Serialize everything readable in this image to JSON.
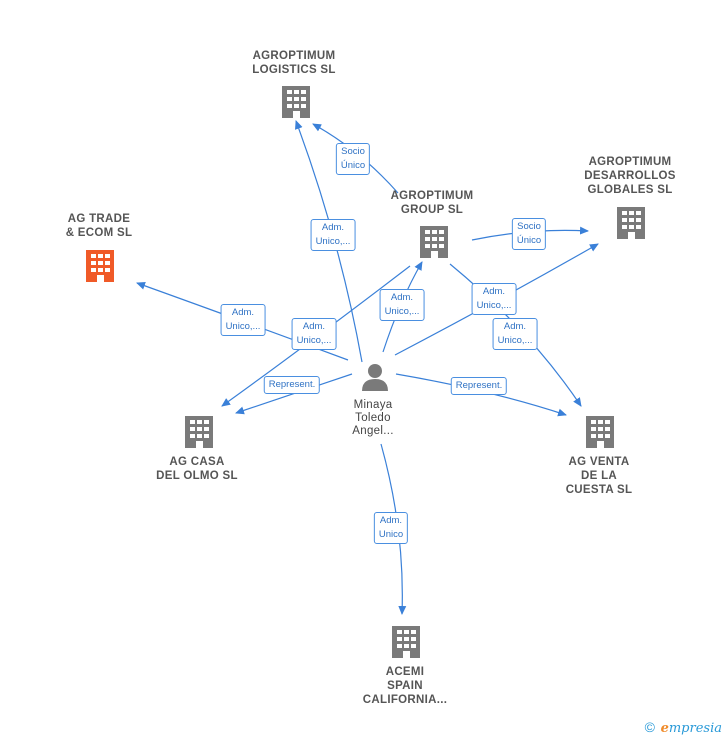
{
  "colors": {
    "edge": "#3a80d8",
    "company": "#7a7a7a",
    "highlight": "#f05a28",
    "person": "#7a7a7a"
  },
  "nodes": {
    "logistics": {
      "lines": [
        "AGROPTIMUM",
        "LOGISTICS  SL"
      ]
    },
    "group": {
      "lines": [
        "AGROPTIMUM",
        "GROUP  SL"
      ]
    },
    "desarrollos": {
      "lines": [
        "AGROPTIMUM",
        "DESARROLLOS",
        "GLOBALES  SL"
      ]
    },
    "agtrade": {
      "lines": [
        "AG TRADE",
        "& ECOM  SL"
      ]
    },
    "casaolmo": {
      "lines": [
        "AG CASA",
        "DEL OLMO  SL"
      ]
    },
    "venta": {
      "lines": [
        "AG VENTA",
        "DE LA",
        "CUESTA  SL"
      ]
    },
    "acemi": {
      "lines": [
        "ACEMI",
        "SPAIN",
        "CALIFORNIA..."
      ]
    },
    "person": {
      "lines": [
        "Minaya",
        "Toledo",
        "Angel..."
      ]
    }
  },
  "edges": {
    "socio_logistics": [
      "Socio",
      "Único"
    ],
    "adm_logistics": [
      "Adm.",
      "Unico,..."
    ],
    "socio_desarrollos": [
      "Socio",
      "Único"
    ],
    "adm_group": [
      "Adm.",
      "Unico,..."
    ],
    "adm_agtrade": [
      "Adm.",
      "Unico,..."
    ],
    "adm_casaolmo": [
      "Adm.",
      "Unico,..."
    ],
    "adm_desarrollos": [
      "Adm.",
      "Unico,..."
    ],
    "adm_venta": [
      "Adm.",
      "Unico,..."
    ],
    "rep_casaolmo": [
      "Represent."
    ],
    "rep_venta": [
      "Represent."
    ],
    "adm_acemi": [
      "Adm.",
      "Unico"
    ]
  },
  "footer": {
    "copyright": "©",
    "brand_first": "e",
    "brand_rest": "mpresia"
  }
}
